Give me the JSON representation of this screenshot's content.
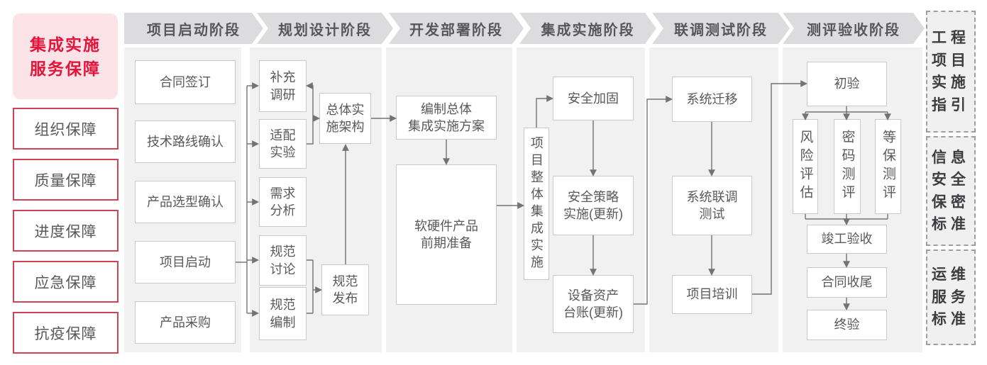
{
  "left_panel": {
    "title": "集成实施\n服务保障",
    "items": [
      "组织保障",
      "质量保障",
      "进度保障",
      "应急保障",
      "抗疫保障"
    ]
  },
  "phases": {
    "p1": {
      "label": "项目启动阶段",
      "boxes": {
        "b1": "合同签订",
        "b2": "技术路线确认",
        "b3": "产品选型确认",
        "b4": "项目启动",
        "b5": "产品采购"
      }
    },
    "p2": {
      "label": "规划设计阶段",
      "boxes": {
        "b1": "补充\n调研",
        "b2": "适配\n实验",
        "b3": "需求\n分析",
        "b4": "规范\n讨论",
        "b5": "规范\n编制",
        "b6": "总体实\n施架构",
        "b7": "规范\n发布"
      }
    },
    "p3": {
      "label": "开发部署阶段",
      "boxes": {
        "b1": "编制总体\n集成实施方案",
        "b2": "软硬件产品\n前期准备"
      }
    },
    "p4": {
      "label": "集成实施阶段",
      "boxes": {
        "b1": "项目整体集成实施",
        "b2": "安全加固",
        "b3": "安全策略\n实施(更新)",
        "b4": "设备资产\n台账(更新)"
      }
    },
    "p5": {
      "label": "联调测试阶段",
      "boxes": {
        "b1": "系统迁移",
        "b2": "系统联调\n测试",
        "b3": "项目培训"
      }
    },
    "p6": {
      "label": "测评验收阶段",
      "boxes": {
        "b1": "初验",
        "b2": "风险评估",
        "b3": "密码测评",
        "b4": "等保测评",
        "b5": "竣工验收",
        "b6": "合同收尾",
        "b7": "终验"
      }
    }
  },
  "right_panel": {
    "items": [
      "工程\n项目\n实施\n指引",
      "信息\n安全\n保密\n标准",
      "运维\n服务\n标准"
    ]
  },
  "colors": {
    "accent_red": "#e5123a",
    "pink_bg": "#fbe3e7",
    "red_border": "#d04254",
    "banner_bg": "#dcdcde",
    "column_bg": "#f1f1f2",
    "box_border": "#c9c9ca",
    "text_gray": "#595959",
    "connector_gray": "#737373"
  }
}
